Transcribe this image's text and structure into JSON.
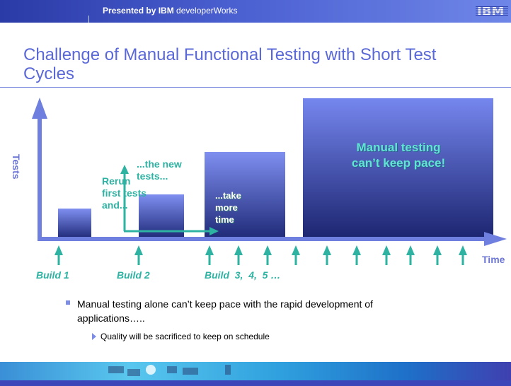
{
  "header": {
    "presented_bold": "Presented by IBM",
    "presented_rest": " developerWorks",
    "logo": "IBM"
  },
  "slide": {
    "title": "Challenge of Manual Functional Testing with Short Test Cycles"
  },
  "diagram": {
    "y_axis_label": "Tests",
    "x_axis_label": "Time",
    "annotations": {
      "rerun": [
        "Rerun",
        "first tests",
        "and..."
      ],
      "new_tests": [
        "...the new",
        "tests..."
      ],
      "take_more_time": [
        "...take",
        "more",
        "time"
      ],
      "cant_keep_pace": [
        "Manual testing",
        "can’t keep pace!"
      ]
    },
    "build_labels": [
      "Build 1",
      "Build 2",
      "Build  3,  4,  5 …"
    ],
    "colors": {
      "bar_top": "#7f8ff0",
      "bar_bottom": "#1f2a78",
      "axis": "#6f7fe0",
      "teal": "#2eb3a3"
    }
  },
  "bullets": {
    "main": "Manual testing alone can’t keep pace with the rapid development of applications…..",
    "sub": "Quality will be sacrificed to keep on schedule"
  }
}
